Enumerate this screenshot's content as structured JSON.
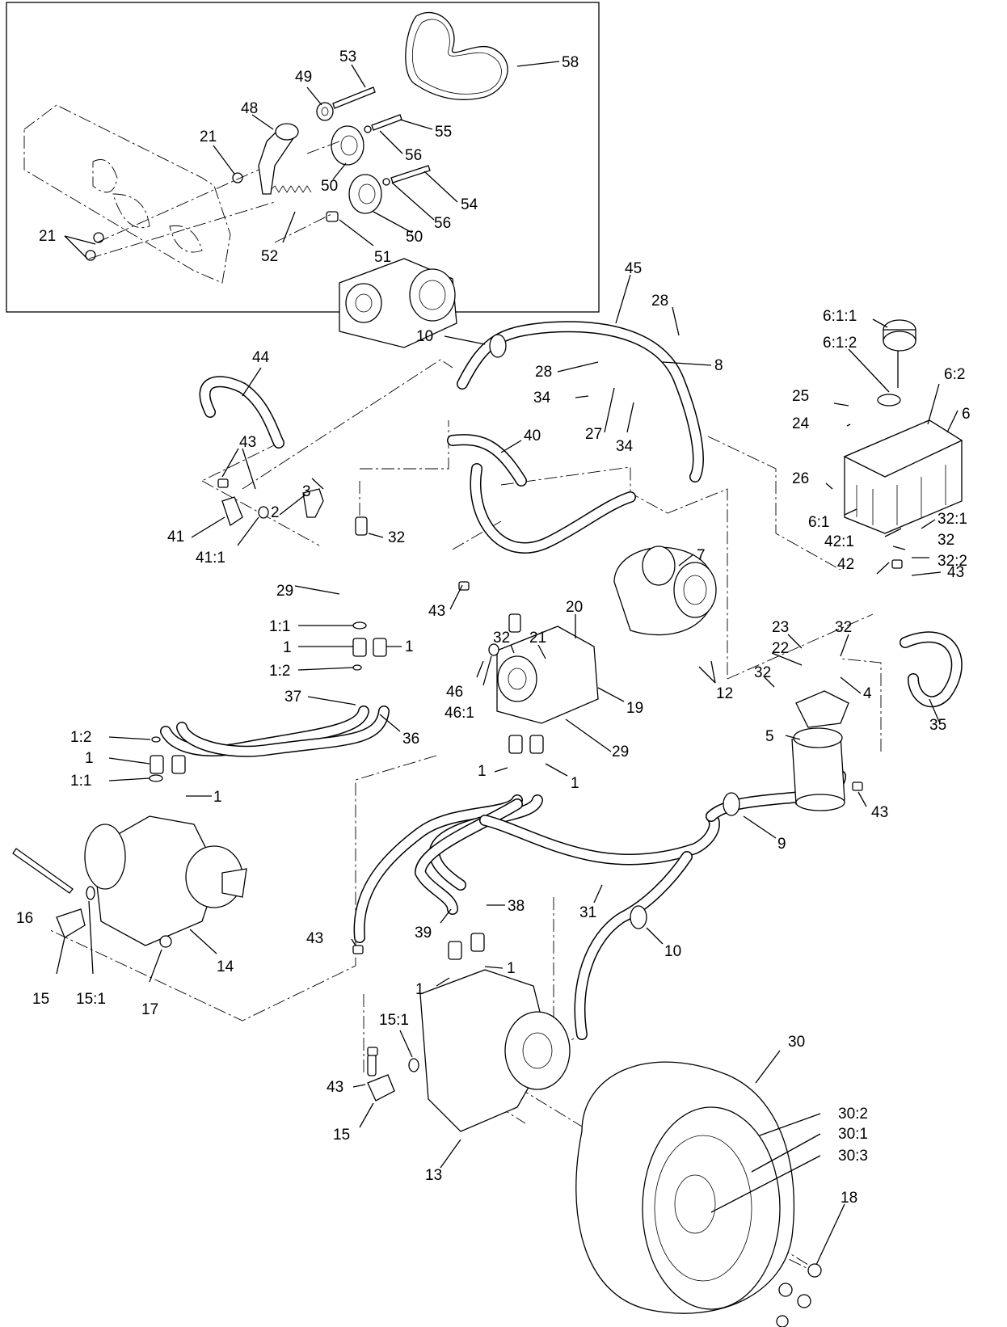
{
  "callouts": [
    {
      "id": "c58",
      "text": "58"
    },
    {
      "id": "c53",
      "text": "53"
    },
    {
      "id": "c49",
      "text": "49"
    },
    {
      "id": "c48",
      "text": "48"
    },
    {
      "id": "c21a",
      "text": "21"
    },
    {
      "id": "c55",
      "text": "55"
    },
    {
      "id": "c56a",
      "text": "56"
    },
    {
      "id": "c50a",
      "text": "50"
    },
    {
      "id": "c54",
      "text": "54"
    },
    {
      "id": "c56b",
      "text": "56"
    },
    {
      "id": "c50b",
      "text": "50"
    },
    {
      "id": "c21b",
      "text": "21"
    },
    {
      "id": "c52",
      "text": "52"
    },
    {
      "id": "c51",
      "text": "51"
    },
    {
      "id": "c45",
      "text": "45"
    },
    {
      "id": "c28a",
      "text": "28"
    },
    {
      "id": "c10a",
      "text": "10"
    },
    {
      "id": "c28b",
      "text": "28"
    },
    {
      "id": "c8",
      "text": "8"
    },
    {
      "id": "c34a",
      "text": "34"
    },
    {
      "id": "c27",
      "text": "27"
    },
    {
      "id": "c34b",
      "text": "34"
    },
    {
      "id": "c44",
      "text": "44"
    },
    {
      "id": "c40",
      "text": "40"
    },
    {
      "id": "c611",
      "text": "6:1:1"
    },
    {
      "id": "c612",
      "text": "6:1:2"
    },
    {
      "id": "c62",
      "text": "6:2"
    },
    {
      "id": "c25",
      "text": "25"
    },
    {
      "id": "c24",
      "text": "24"
    },
    {
      "id": "c6",
      "text": "6"
    },
    {
      "id": "c26",
      "text": "26"
    },
    {
      "id": "c61",
      "text": "6:1"
    },
    {
      "id": "c43a",
      "text": "43"
    },
    {
      "id": "c3",
      "text": "3"
    },
    {
      "id": "c2",
      "text": "2"
    },
    {
      "id": "c32a",
      "text": "32"
    },
    {
      "id": "c41",
      "text": "41"
    },
    {
      "id": "c411",
      "text": "41:1"
    },
    {
      "id": "c29a",
      "text": "29"
    },
    {
      "id": "c7",
      "text": "7"
    },
    {
      "id": "c321",
      "text": "32:1"
    },
    {
      "id": "c421",
      "text": "42:1"
    },
    {
      "id": "c32b",
      "text": "32"
    },
    {
      "id": "c42",
      "text": "42"
    },
    {
      "id": "c322",
      "text": "32:2"
    },
    {
      "id": "c43b",
      "text": "43"
    },
    {
      "id": "c20",
      "text": "20"
    },
    {
      "id": "c21c",
      "text": "21"
    },
    {
      "id": "c32c",
      "text": "32"
    },
    {
      "id": "c43c",
      "text": "43"
    },
    {
      "id": "c11a",
      "text": "1:1"
    },
    {
      "id": "c1a",
      "text": "1"
    },
    {
      "id": "c1b",
      "text": "1"
    },
    {
      "id": "c12a",
      "text": "1:2"
    },
    {
      "id": "c37",
      "text": "37"
    },
    {
      "id": "c36",
      "text": "36"
    },
    {
      "id": "c46",
      "text": "46"
    },
    {
      "id": "c461",
      "text": "46:1"
    },
    {
      "id": "c23",
      "text": "23"
    },
    {
      "id": "c22",
      "text": "22"
    },
    {
      "id": "c32d",
      "text": "32"
    },
    {
      "id": "c32e",
      "text": "32"
    },
    {
      "id": "c12",
      "text": "12"
    },
    {
      "id": "c19",
      "text": "19"
    },
    {
      "id": "c4",
      "text": "4"
    },
    {
      "id": "c5",
      "text": "5"
    },
    {
      "id": "c29b",
      "text": "29"
    },
    {
      "id": "c35",
      "text": "35"
    },
    {
      "id": "c12b",
      "text": "1:2"
    },
    {
      "id": "c1c",
      "text": "1"
    },
    {
      "id": "c11b",
      "text": "1:1"
    },
    {
      "id": "c1d",
      "text": "1"
    },
    {
      "id": "c1e",
      "text": "1"
    },
    {
      "id": "c1f",
      "text": "1"
    },
    {
      "id": "c43d",
      "text": "43"
    },
    {
      "id": "c9",
      "text": "9"
    },
    {
      "id": "c16",
      "text": "16"
    },
    {
      "id": "c31",
      "text": "31"
    },
    {
      "id": "c38",
      "text": "38"
    },
    {
      "id": "c39",
      "text": "39"
    },
    {
      "id": "c10b",
      "text": "10"
    },
    {
      "id": "c43e",
      "text": "43"
    },
    {
      "id": "c14",
      "text": "14"
    },
    {
      "id": "c15a",
      "text": "15"
    },
    {
      "id": "c151a",
      "text": "15:1"
    },
    {
      "id": "c17",
      "text": "17"
    },
    {
      "id": "c1g",
      "text": "1"
    },
    {
      "id": "c1h",
      "text": "1"
    },
    {
      "id": "c30",
      "text": "30"
    },
    {
      "id": "c151b",
      "text": "15:1"
    },
    {
      "id": "c43f",
      "text": "43"
    },
    {
      "id": "c15b",
      "text": "15"
    },
    {
      "id": "c13",
      "text": "13"
    },
    {
      "id": "c302",
      "text": "30:2"
    },
    {
      "id": "c301",
      "text": "30:1"
    },
    {
      "id": "c303",
      "text": "30:3"
    },
    {
      "id": "c18",
      "text": "18"
    }
  ]
}
